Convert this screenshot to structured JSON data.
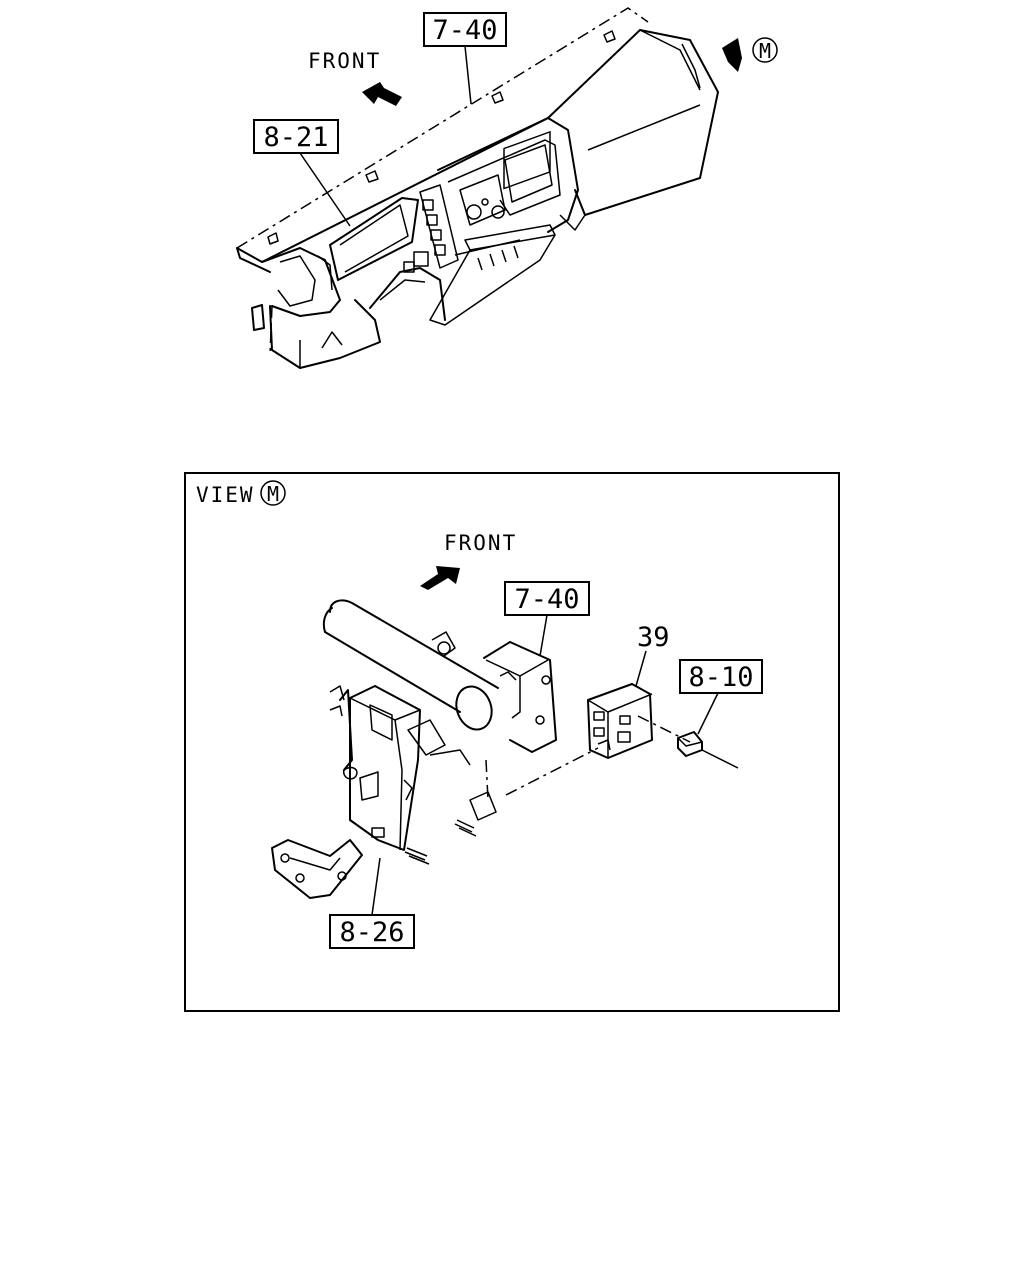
{
  "diagram": {
    "callouts": {
      "top_740": "7-40",
      "top_821": "8-21",
      "view_740": "7-40",
      "view_810": "8-10",
      "view_826": "8-26",
      "view_39": "39"
    },
    "labels": {
      "front_top": "FRONT",
      "front_view": "FRONT",
      "view_prefix": "VIEW",
      "view_marker": "M",
      "top_marker": "M"
    }
  }
}
